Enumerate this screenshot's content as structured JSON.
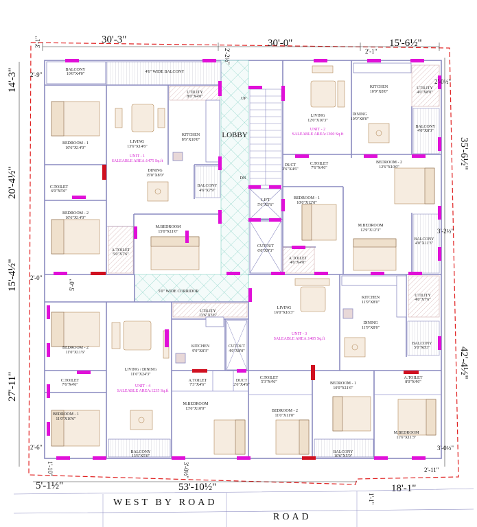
{
  "dimensions": {
    "top_left": "30'-3\"",
    "top_mid": "30'-0\"",
    "top_right": "15'-6½\"",
    "left_1": "14'-3\"",
    "left_2": "20'-4½\"",
    "left_3": "15'-4½\"",
    "left_4": "27'-11\"",
    "right_1": "35'-6½\"",
    "right_2": "42'-4½\"",
    "bottom_left": "5'-1½\"",
    "bottom_mid": "53'-10½\"",
    "bottom_right": "18'-1\"",
    "bottom_step": "1'-1\"",
    "small_3_1": "3'-1\"",
    "small_2_9": "2'-9\"",
    "small_2_2": "2'-2½\"",
    "small_2_1": "2'-1\"",
    "small_2_0_right": "2'-0½\"",
    "small_3_2": "3'-2½\"",
    "small_2_0_left": "2'-0\"",
    "small_5_0": "5'-0\"",
    "small_2_6": "2'-6\"",
    "small_1_10": "1'-10\"",
    "small_3_0": "3'-0½\"",
    "small_3_0_right": "3'-0½\"",
    "small_2_11": "2'-11\""
  },
  "rooms": {
    "balcony_top_left": [
      "BALCONY",
      "10'6\"X4'0\""
    ],
    "wide_balcony": [
      "4'6\" WIDE BALCONY"
    ],
    "utility_u1": [
      "UTILITY",
      "8'0\"X4'0\""
    ],
    "bedroom1_u1": [
      "BEDROOM - 1",
      "10'6\"X14'0\""
    ],
    "living_u1": [
      "LIVING",
      "13'6\"X14'6\""
    ],
    "kitchen_u1": [
      "KITCHEN",
      "8'6\"X10'0\""
    ],
    "dining_u1": [
      "DINING",
      "15'0\"X8'0\""
    ],
    "ctoilet_u1": [
      "C.TOILET",
      "6'0\"X5'0\""
    ],
    "balcony_u1": [
      "BALCONY",
      "4'6\"X7'9\""
    ],
    "bedroom2_u1": [
      "BEDROOM - 2",
      "10'6\"X14'0\""
    ],
    "mbedroom_u1": [
      "M.BEDROOM",
      "15'0\"X11'0\""
    ],
    "atoilet_u1": [
      "A.TOILET",
      "5'0\"X7'6\""
    ],
    "lobby": [
      "LOBBY"
    ],
    "up": [
      "UP"
    ],
    "dn": [
      "DN"
    ],
    "lift": [
      "LIFT",
      "5'6\"X5'6\""
    ],
    "cutout_mid": [
      "CUTOUT",
      "6'0\"X9'3\""
    ],
    "corridor": [
      "5'0\" WIDE CORRIDOR"
    ],
    "living_u2": [
      "LIVING",
      "12'0\"X16'3\""
    ],
    "kitchen_u2": [
      "KITCHEN",
      "10'9\"X8'0\""
    ],
    "utility_u2": [
      "UTILITY",
      "4'0\"X8'0\""
    ],
    "dining_u2": [
      "DINING",
      "10'9\"X8'0\""
    ],
    "balcony_u2_right": [
      "BALCONY",
      "4'0\"X8'3\""
    ],
    "bedroom2_u2": [
      "BEDROOM - 2",
      "12'6\"X10'0\""
    ],
    "duct_u2": [
      "DUCT",
      "2'6\"X4'6\""
    ],
    "ctoilet_u2": [
      "C.TOILET",
      "7'6\"X4'6\""
    ],
    "bedroom1_u2": [
      "BEDROOM - 1",
      "10'0\"X12'0\""
    ],
    "mbedroom_u2": [
      "M.BEDROOM",
      "12'9\"X12'3\""
    ],
    "balcony_u2_mid": [
      "BALCONY",
      "4'0\"X11'3\""
    ],
    "atoilet_u2": [
      "A.TOILET",
      "4'6\"X4'0\""
    ],
    "living_u3": [
      "LIVING",
      "16'0\"X16'3\""
    ],
    "kitchen_u3": [
      "KITCHEN",
      "11'9\"X8'0\""
    ],
    "utility_u3": [
      "UTILITY",
      "4'0\"X7'6\""
    ],
    "dining_u3": [
      "DINING",
      "11'9\"X8'0\""
    ],
    "balcony_u3": [
      "BALCONY",
      "5'0\"X8'3\""
    ],
    "bedroom1_u3": [
      "BEDROOM - 1",
      "10'0\"X11'6\""
    ],
    "atoilet_u3": [
      "A.TOILET",
      "8'0\"X4'6\""
    ],
    "bedroom2_u3": [
      "BEDROOM - 2",
      "11'0\"X11'0\""
    ],
    "ctoilet_u3": [
      "C.TOILET",
      "5'3\"X4'6\""
    ],
    "mbedroom_u3": [
      "M.BEDROOM",
      "11'6\"X11'3\""
    ],
    "balcony_u3_bottom": [
      "BALCONY",
      "10'6\"X5'0\""
    ],
    "bedroom2_u4": [
      "BEDROOM - 2",
      "11'0\"X11'6\""
    ],
    "utility_u4": [
      "UTILITY",
      "13'6\"X3'6\""
    ],
    "living_u4": [
      "LIVING / DINING",
      "11'6\"X24'3\""
    ],
    "kitchen_u4": [
      "KITCHEN",
      "9'0\"X8'3\""
    ],
    "cutout_u4": [
      "CUTOUT",
      "4'0\"X8'0\""
    ],
    "ctoilet_u4": [
      "C.TOILET",
      "7'6\"X4'6\""
    ],
    "atoilet_u4": [
      "A.TOILET",
      "7'3\"X4'6\""
    ],
    "duct_u4": [
      "DUCT",
      "2'6\"X4'6\""
    ],
    "bedroom1_u4": [
      "BEDROOM - 1",
      "11'0\"X10'6\""
    ],
    "mbedroom_u4": [
      "M.BEDROOM",
      "13'6\"X10'0\""
    ],
    "balcony_u4": [
      "BALCONY",
      "13'6\"X5'0\""
    ]
  },
  "units": {
    "u1": [
      "UNIT - 1",
      "SALEABLE AREA:1475 Sq.ft"
    ],
    "u2": [
      "UNIT - 2",
      "SALEABLE AREA:1300 Sq.ft"
    ],
    "u3": [
      "UNIT - 3",
      "SALEABLE AREA:1405 Sq.ft"
    ],
    "u4": [
      "UNIT - 4",
      "SALEABLE AREA:1235 Sq.ft"
    ]
  },
  "road": {
    "west": "WEST BY ROAD",
    "road": "ROAD"
  },
  "colors": {
    "wall": "#8a8ac0",
    "door": "#e010d8",
    "door_accent": "#d01020",
    "boundary": "#e02020",
    "lobby": "#6ac8b8",
    "unit_text": "#d41ccf"
  }
}
